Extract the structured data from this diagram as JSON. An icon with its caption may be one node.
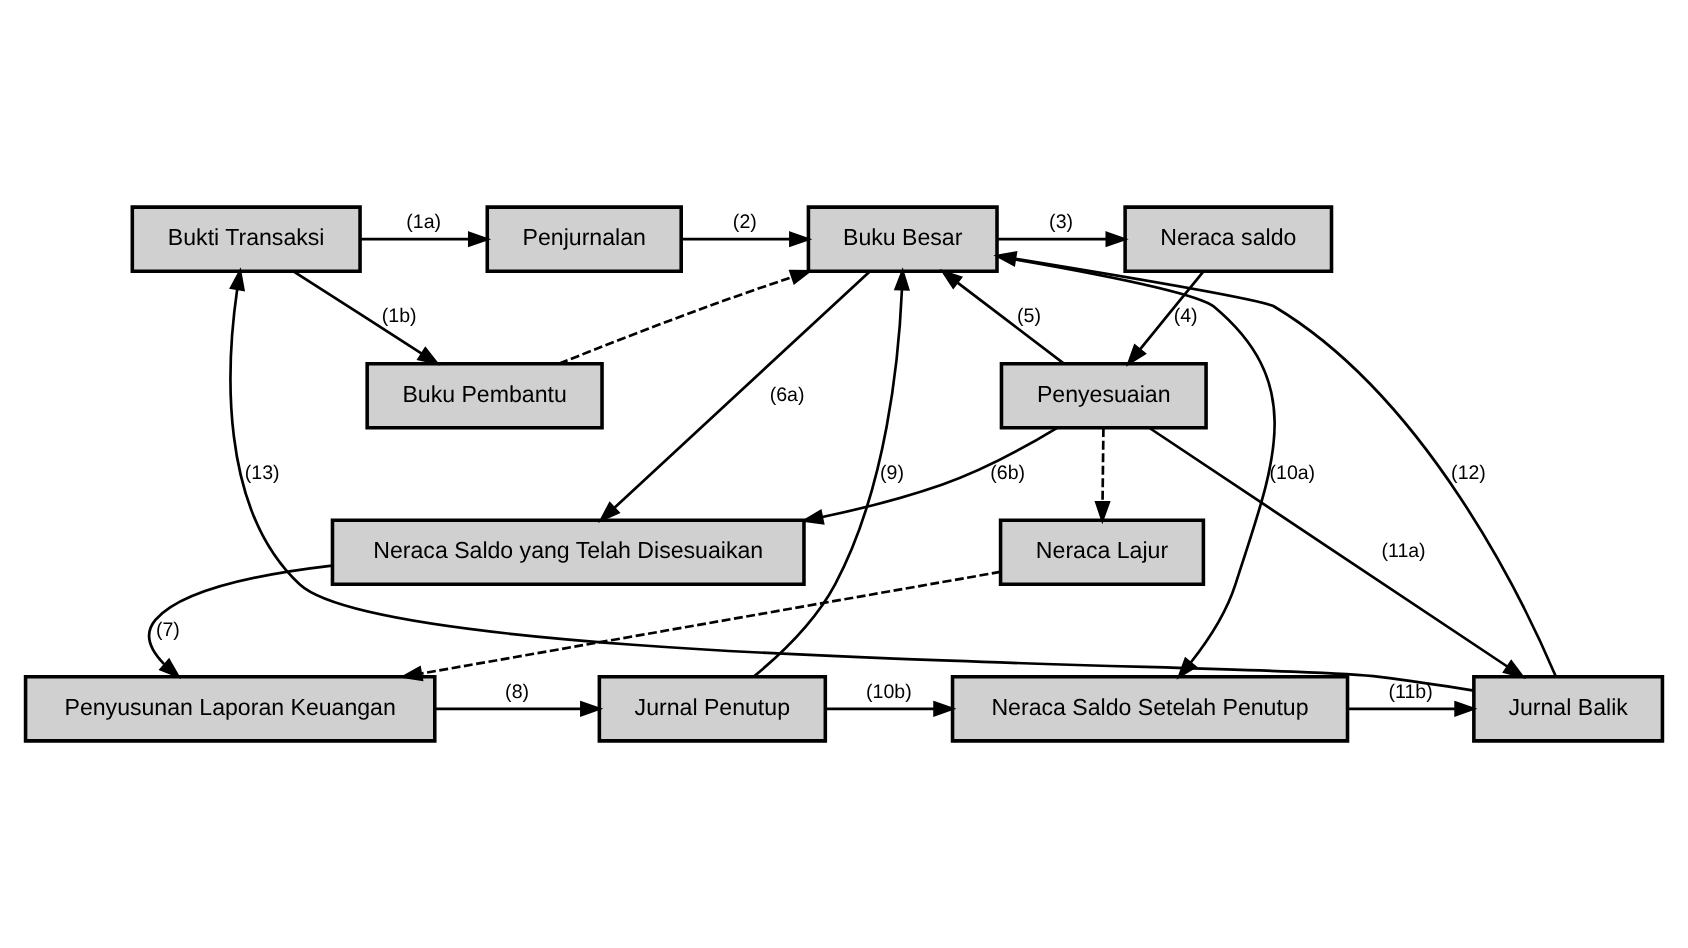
{
  "diagram": {
    "nodes": [
      {
        "text": [
          "Bukti Transaksi"
        ]
      },
      {
        "text": [
          "Penjurnalan"
        ]
      },
      {
        "text": [
          "Buku Besar"
        ]
      },
      {
        "text": [
          "Neraca saldo"
        ]
      },
      {
        "text": [
          "Buku Pembantu"
        ]
      },
      {
        "text": [
          "Penyesuaian"
        ]
      },
      {
        "text": [
          "Neraca Saldo yang Telah Disesuaikan"
        ]
      },
      {
        "text": [
          "Neraca Lajur"
        ]
      },
      {
        "text": [
          "Jurnal Balik"
        ]
      },
      {
        "text": [
          "Neraca Saldo Setelah Penutup"
        ]
      },
      {
        "text": [
          "Jurnal Penutup"
        ]
      },
      {
        "text": [
          "Penyusunan Laporan Keuangan"
        ]
      }
    ],
    "edges": [
      {
        "from": 0,
        "to": 1,
        "arrow": "to",
        "label": "(1a)"
      },
      {
        "from": 0,
        "to": 4,
        "arrow": "to",
        "label": "(1b)"
      },
      {
        "from": 1,
        "to": 2,
        "arrow": "to",
        "label": "(2)"
      },
      {
        "from": 4,
        "to": 2,
        "arrow": "to",
        "style": "dashed"
      },
      {
        "from": 2,
        "to": 3,
        "arrow": "to",
        "label": "(3)"
      },
      {
        "from": 3,
        "to": 5,
        "arrow": "to",
        "label": "(4)"
      },
      {
        "from": 5,
        "to": 2,
        "arrow": "to",
        "label": "(5)"
      },
      {
        "from": 2,
        "to": 6,
        "arrow": "to",
        "label": "(6a)"
      },
      {
        "from": 5,
        "to": 6,
        "arrow": "to",
        "label": "(6b)"
      },
      {
        "from": 5,
        "to": 7,
        "arrow": "to",
        "style": "dashed"
      },
      {
        "from": 6,
        "to": 11,
        "arrow": "to",
        "label": "(7)"
      },
      {
        "from": 7,
        "to": 11,
        "arrow": "to",
        "style": "dashed"
      },
      {
        "from": 11,
        "to": 10,
        "arrow": "to",
        "label": "(8)"
      },
      {
        "from": 10,
        "to": 2,
        "arrow": "to",
        "label": "(9)"
      },
      {
        "from": 2,
        "to": 9,
        "arrow": "to",
        "label": "(10a)"
      },
      {
        "from": 10,
        "to": 9,
        "arrow": "to",
        "label": "(10b)"
      },
      {
        "from": 5,
        "to": 8,
        "arrow": "to",
        "label": "(11a)"
      },
      {
        "from": 9,
        "to": 8,
        "arrow": "to",
        "label": "(11b)"
      },
      {
        "from": 8,
        "to": 2,
        "arrow": "to",
        "label": "(12)"
      },
      {
        "from": 8,
        "to": 0,
        "arrow": "to",
        "label": "(13)"
      }
    ]
  }
}
